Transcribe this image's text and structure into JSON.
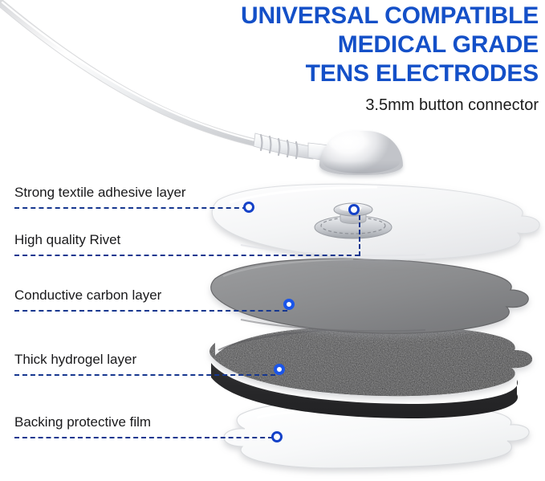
{
  "headline": {
    "line1": "UNIVERSAL COMPATIBLE",
    "line2": "MEDICAL GRADE",
    "line3": "TENS ELECTRODES",
    "color": "#1450c8"
  },
  "subtitle": {
    "text": "3.5mm button connector"
  },
  "callouts": [
    {
      "label": "Strong textile adhesive layer",
      "marker": "ring"
    },
    {
      "label": "High quality Rivet",
      "marker": "ring"
    },
    {
      "label": "Conductive carbon layer",
      "marker": "solid"
    },
    {
      "label": "Thick hydrogel layer",
      "marker": "solid"
    },
    {
      "label": "Backing protective film",
      "marker": "ring"
    }
  ],
  "layers": [
    {
      "name": "textile-adhesive-layer",
      "color": "#f2f3f4"
    },
    {
      "name": "conductive-carbon-layer",
      "color": "#8d8e90"
    },
    {
      "name": "hydrogel-layer",
      "color": "#3b3b3d"
    },
    {
      "name": "backing-protective-film",
      "color": "#fafbfb"
    }
  ],
  "parts": {
    "cable": "tens-lead-wire",
    "connector": "3.5mm-button-connector-dome",
    "strain_relief": "ribbed-strain-relief-boot",
    "rivet": "metal-snap-rivet"
  },
  "theme": {
    "background": "#ffffff",
    "leader_line_color": "#16378f",
    "marker_ring_color": "#1542c8",
    "marker_solid_color": "#1b55e8",
    "label_text_color": "#19191b"
  }
}
